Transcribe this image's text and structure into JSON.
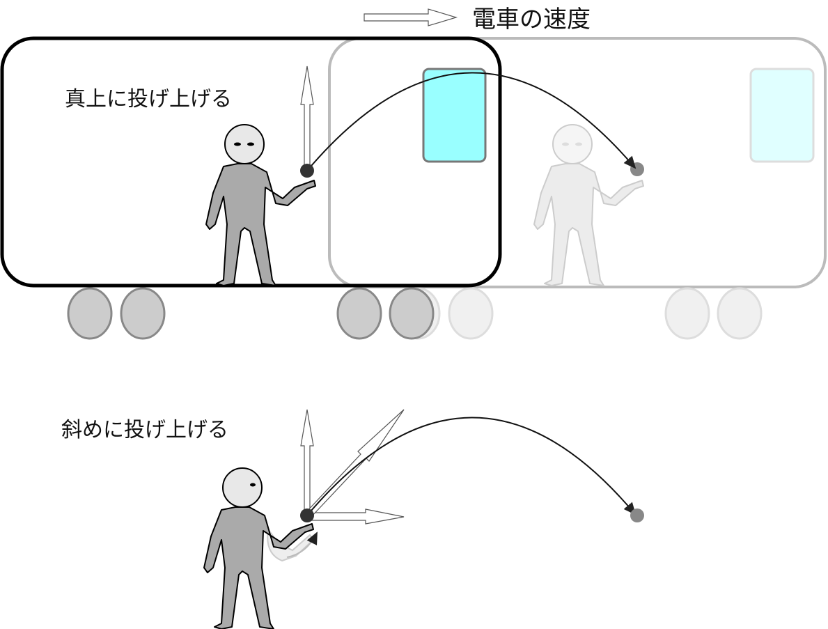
{
  "labels": {
    "train_speed": "電車の速度",
    "throw_vertical": "真上に投げ上げる",
    "throw_oblique": "斜めに投げ上げる"
  },
  "colors": {
    "window_now": "#99ffff",
    "window_later": "#e0ffff",
    "person": "#aaaaaa",
    "ghost": "#ececec",
    "ball": "#333333"
  }
}
